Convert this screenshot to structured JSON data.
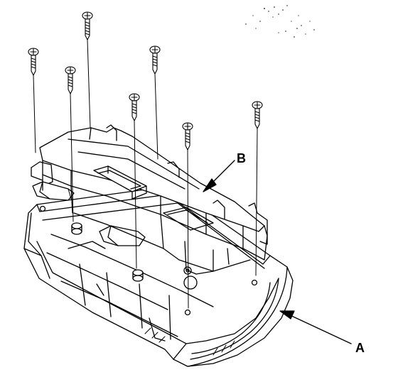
{
  "diagram": {
    "callouts": {
      "a": "A",
      "b": "B"
    },
    "parts": {
      "screw_count": 7,
      "colors": {
        "line": "#000000",
        "paper": "#ffffff",
        "fill_light": "#f4f4f4"
      }
    }
  }
}
